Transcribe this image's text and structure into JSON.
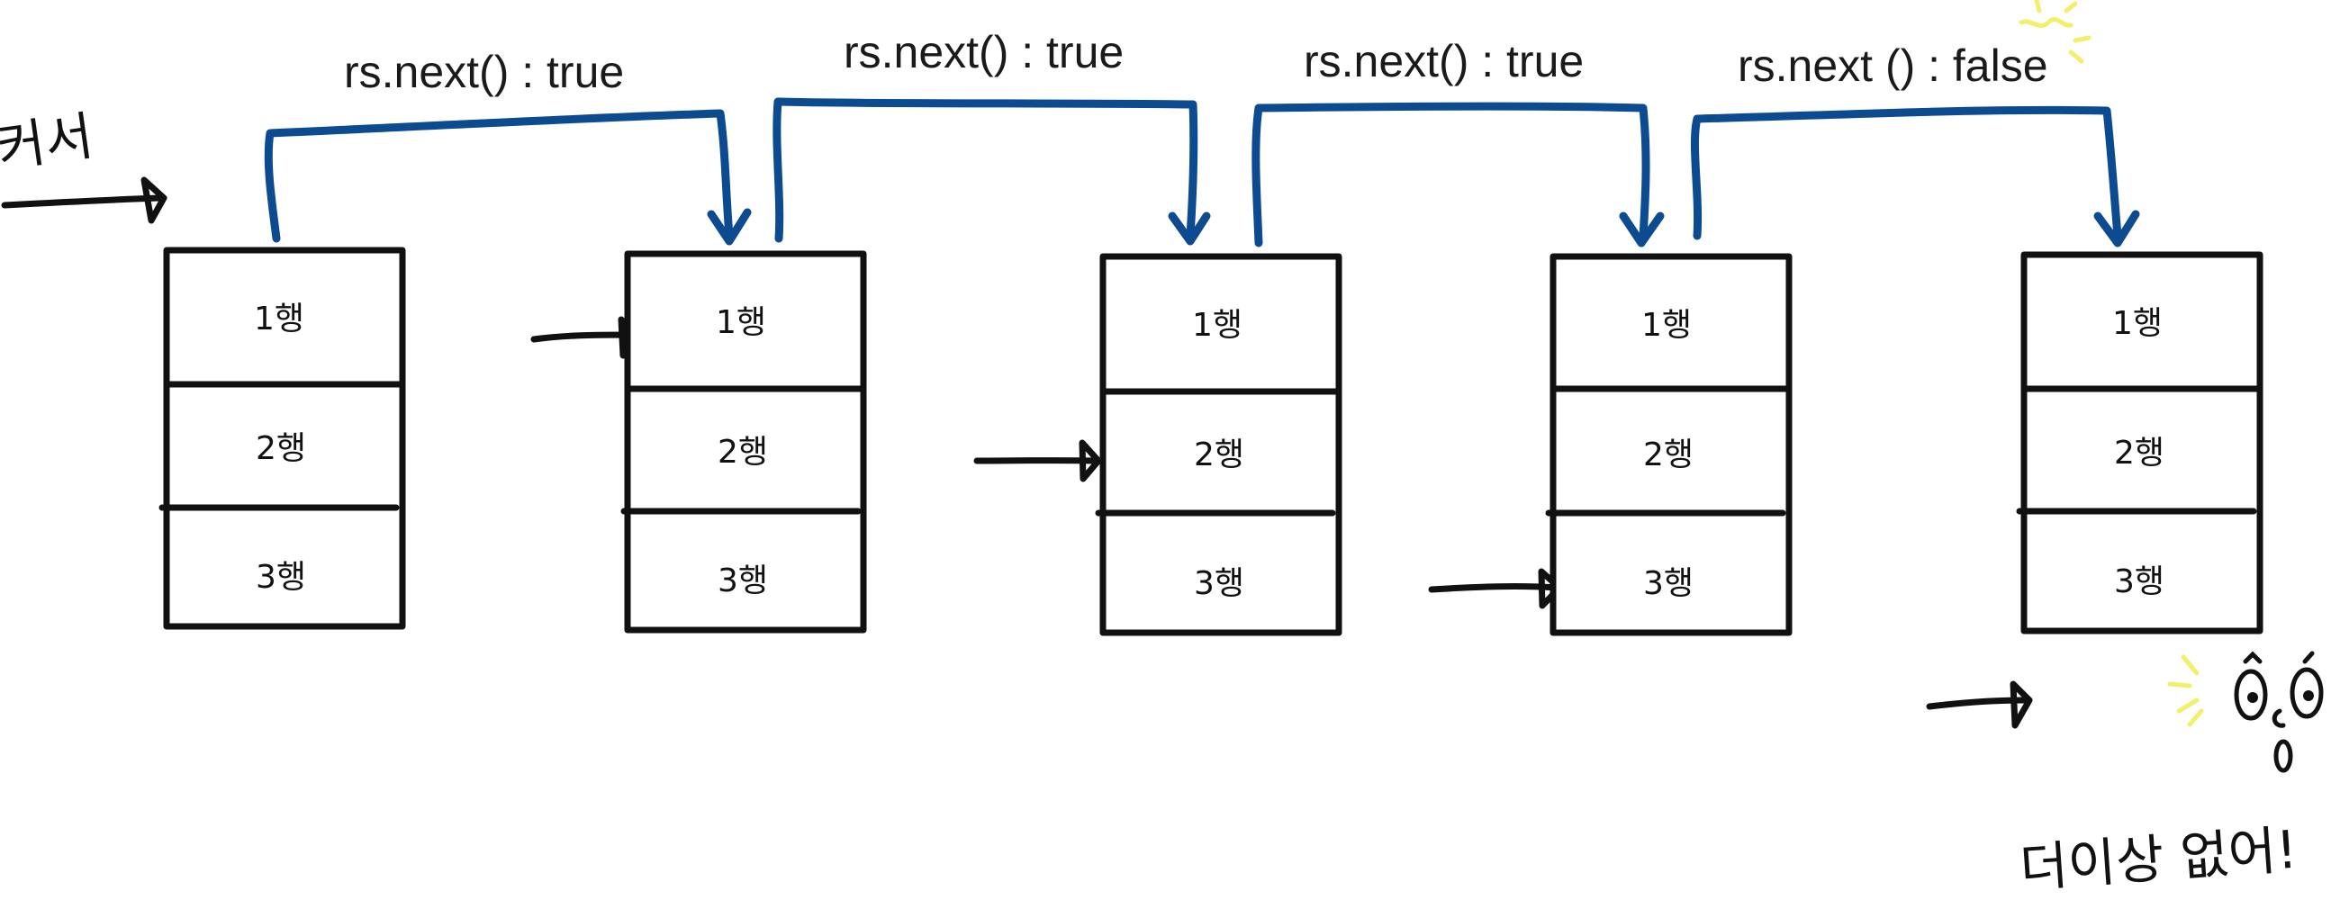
{
  "cursor_label": "커서",
  "end_message": "더이상 없어!",
  "rows": [
    "1행",
    "2행",
    "3행"
  ],
  "steps": [
    {
      "label": "rs.next() : true"
    },
    {
      "label": "rs.next() : true"
    },
    {
      "label": "rs.next() : true"
    },
    {
      "label": "rs.next () : false"
    }
  ],
  "colors": {
    "connector": "#0d4b91",
    "ink": "#111111",
    "sparkle": "#f2f06a"
  }
}
